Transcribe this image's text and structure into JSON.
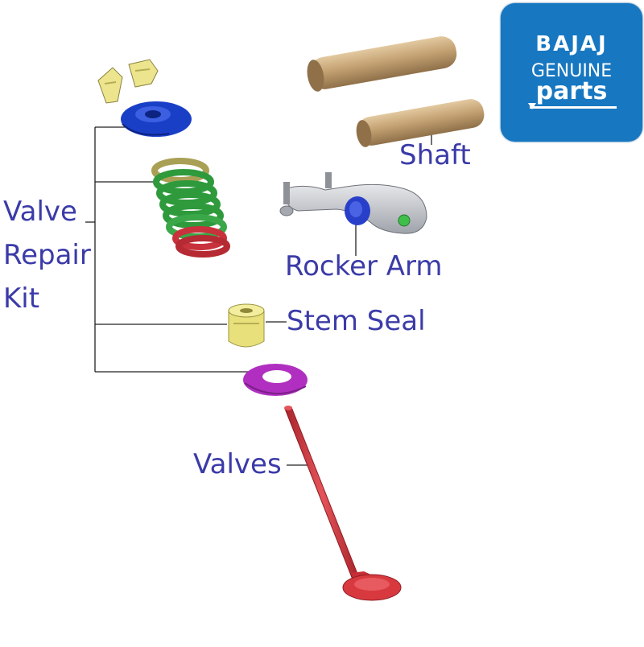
{
  "labels": {
    "kit_line1": "Valve",
    "kit_line2": "Repair",
    "kit_line3": "Kit",
    "shaft": "Shaft",
    "rocker_arm": "Rocker Arm",
    "stem_seal": "Stem Seal",
    "valves": "Valves"
  },
  "logo": {
    "brand": "BAJAJ",
    "line2": "GENUINE",
    "line3": "parts"
  },
  "colors": {
    "label_text": "#3b3ba8",
    "logo_bg": "#1777c1",
    "retainer": "#1a3fc7",
    "spring_green": "#2e9a3c",
    "spring_red": "#c8323c",
    "stem_seal": "#e8e07a",
    "washer": "#b02fc0",
    "valve": "#d8393f",
    "shaft": "#c9a77a",
    "keeper": "#ece58e"
  }
}
